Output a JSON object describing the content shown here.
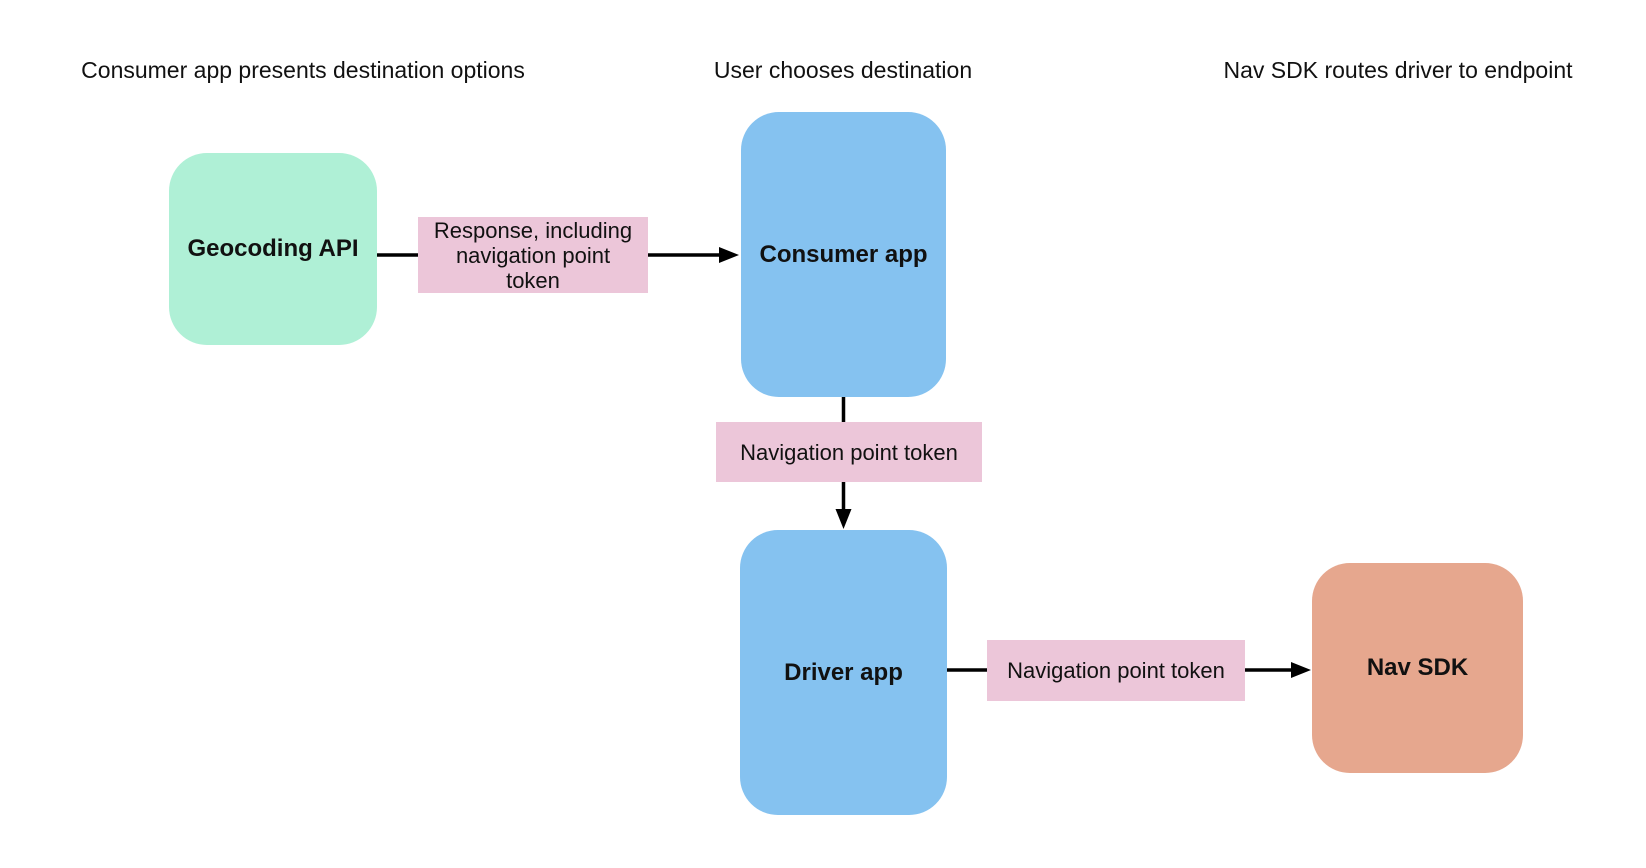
{
  "diagram": {
    "type": "flowchart",
    "background": "#ffffff",
    "colors": {
      "text": "#111111",
      "arrow": "#000000",
      "edge_label_bg": "#ecc6d9",
      "node_mint": "#aff0d6",
      "node_blue": "#85c2f0",
      "node_salmon": "#e6a78e"
    },
    "column_headers": [
      "Consumer app presents destination options",
      "User chooses destination",
      "Nav SDK routes driver to endpoint"
    ],
    "nodes": [
      {
        "id": "geocoding-api",
        "label": "Geocoding API",
        "fill": "#aff0d6"
      },
      {
        "id": "consumer-app",
        "label": "Consumer app",
        "fill": "#85c2f0"
      },
      {
        "id": "driver-app",
        "label": "Driver app",
        "fill": "#85c2f0"
      },
      {
        "id": "nav-sdk",
        "label": "Nav SDK",
        "fill": "#e6a78e"
      }
    ],
    "edges": [
      {
        "from": "Geocoding API",
        "to": "Consumer app",
        "direction": "right",
        "label": "Response, including navigation point token"
      },
      {
        "from": "Consumer app",
        "to": "Driver app",
        "direction": "down",
        "label": "Navigation point token"
      },
      {
        "from": "Driver app",
        "to": "Nav SDK",
        "direction": "right",
        "label": "Navigation point token"
      }
    ]
  }
}
